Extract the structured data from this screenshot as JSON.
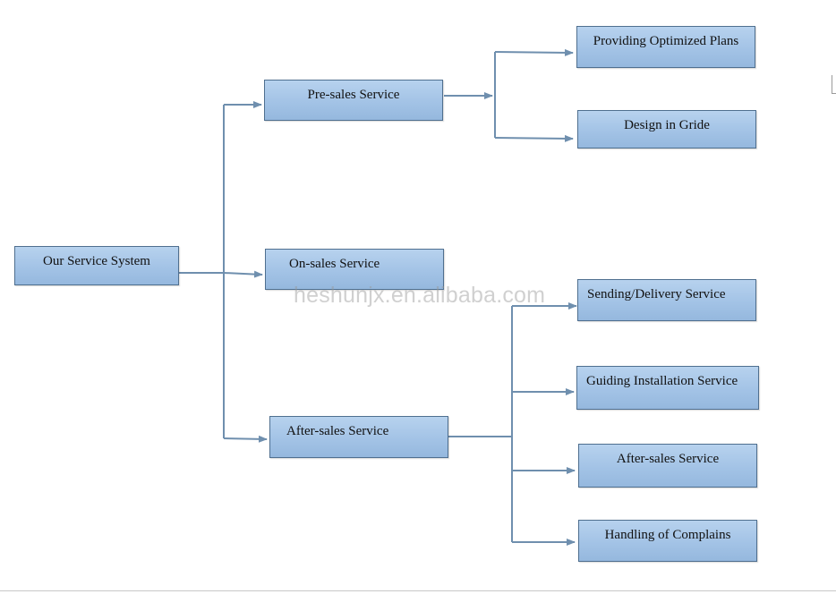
{
  "diagram": {
    "nodes": [
      {
        "id": "root",
        "label": "Our Service System"
      },
      {
        "id": "pre",
        "label": "Pre-sales Service"
      },
      {
        "id": "on",
        "label": "On-sales Service"
      },
      {
        "id": "after",
        "label": "After-sales Service"
      },
      {
        "id": "plans",
        "label": "Providing Optimized Plans"
      },
      {
        "id": "design",
        "label": "Design in Gride"
      },
      {
        "id": "delivery",
        "label": "Sending/Delivery Service"
      },
      {
        "id": "install",
        "label": "Guiding Installation Service"
      },
      {
        "id": "after2",
        "label": "After-sales Service"
      },
      {
        "id": "complains",
        "label": "Handling of Complains"
      }
    ],
    "edges": [
      {
        "from": "root",
        "to": "pre"
      },
      {
        "from": "root",
        "to": "on"
      },
      {
        "from": "root",
        "to": "after"
      },
      {
        "from": "pre",
        "to": "plans"
      },
      {
        "from": "pre",
        "to": "design"
      },
      {
        "from": "after",
        "to": "delivery"
      },
      {
        "from": "after",
        "to": "install"
      },
      {
        "from": "after",
        "to": "after2"
      },
      {
        "from": "after",
        "to": "complains"
      }
    ],
    "colors": {
      "box_fill": "#a3c3e6",
      "box_border": "#4f6f8f",
      "connector": "#6f8fae"
    }
  },
  "watermark": {
    "text": "heshunjx.en.alibaba.com"
  }
}
